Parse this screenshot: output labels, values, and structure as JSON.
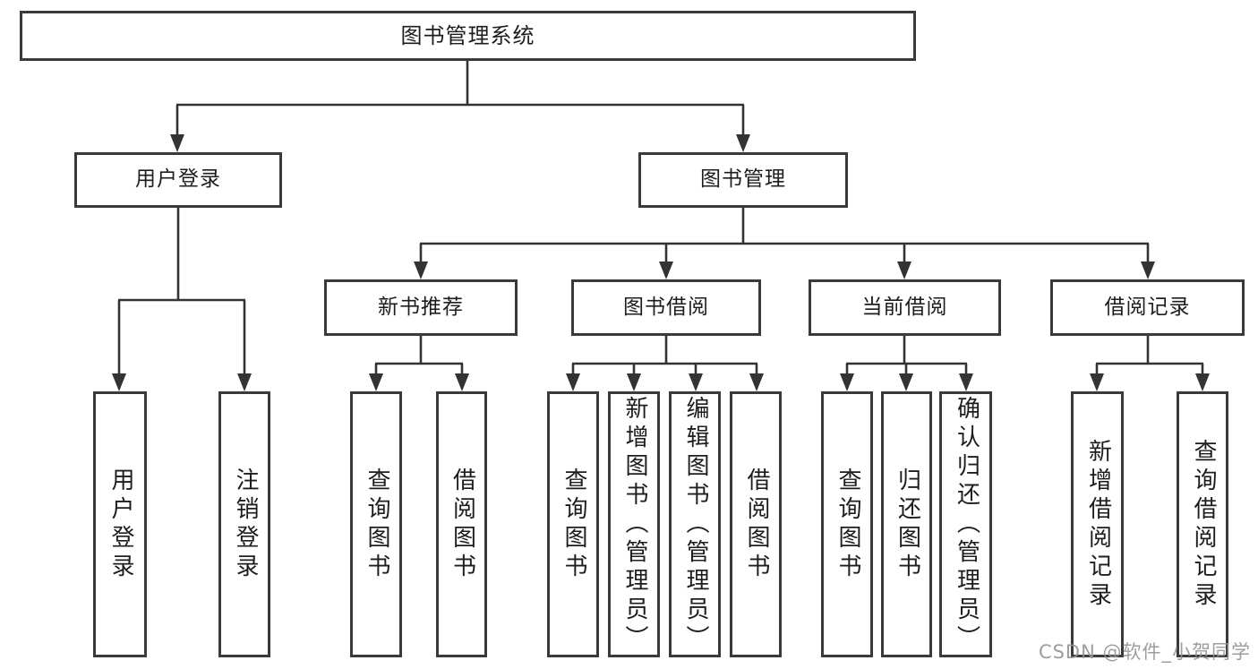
{
  "diagram": {
    "title": "图书管理系统",
    "nodes": [
      {
        "id": "root",
        "label": "图书管理系统"
      },
      {
        "id": "user-login",
        "label": "用户登录"
      },
      {
        "id": "book-management",
        "label": "图书管理"
      },
      {
        "id": "new-book-recommend",
        "label": "新书推荐"
      },
      {
        "id": "book-borrowing",
        "label": "图书借阅"
      },
      {
        "id": "current-borrowing",
        "label": "当前借阅"
      },
      {
        "id": "borrowing-records",
        "label": "借阅记录"
      },
      {
        "id": "user-login-leaf",
        "label": "用户登录"
      },
      {
        "id": "logout",
        "label": "注销登录"
      },
      {
        "id": "query-books-recommend",
        "label": "查询图书"
      },
      {
        "id": "borrow-books-recommend",
        "label": "借阅图书"
      },
      {
        "id": "query-books-borrowing",
        "label": "查询图书"
      },
      {
        "id": "add-books-admin",
        "label": "新增图书（管理员）"
      },
      {
        "id": "edit-books-admin",
        "label": "编辑图书（管理员）"
      },
      {
        "id": "borrow-books-borrowing",
        "label": "借阅图书"
      },
      {
        "id": "query-books-current",
        "label": "查询图书"
      },
      {
        "id": "return-books",
        "label": "归还图书"
      },
      {
        "id": "confirm-return-admin",
        "label": "确认归还（管理员）"
      },
      {
        "id": "add-borrow-record",
        "label": "新增借阅记录"
      },
      {
        "id": "query-borrow-record",
        "label": "查询借阅记录"
      }
    ],
    "colors": {
      "line": "#333333",
      "border": "#3a3a3a",
      "text": "#1d1d1d",
      "background": "#ffffff",
      "watermark": "#949494"
    }
  },
  "watermark": {
    "text": "CSDN @软件_小贺同学"
  }
}
